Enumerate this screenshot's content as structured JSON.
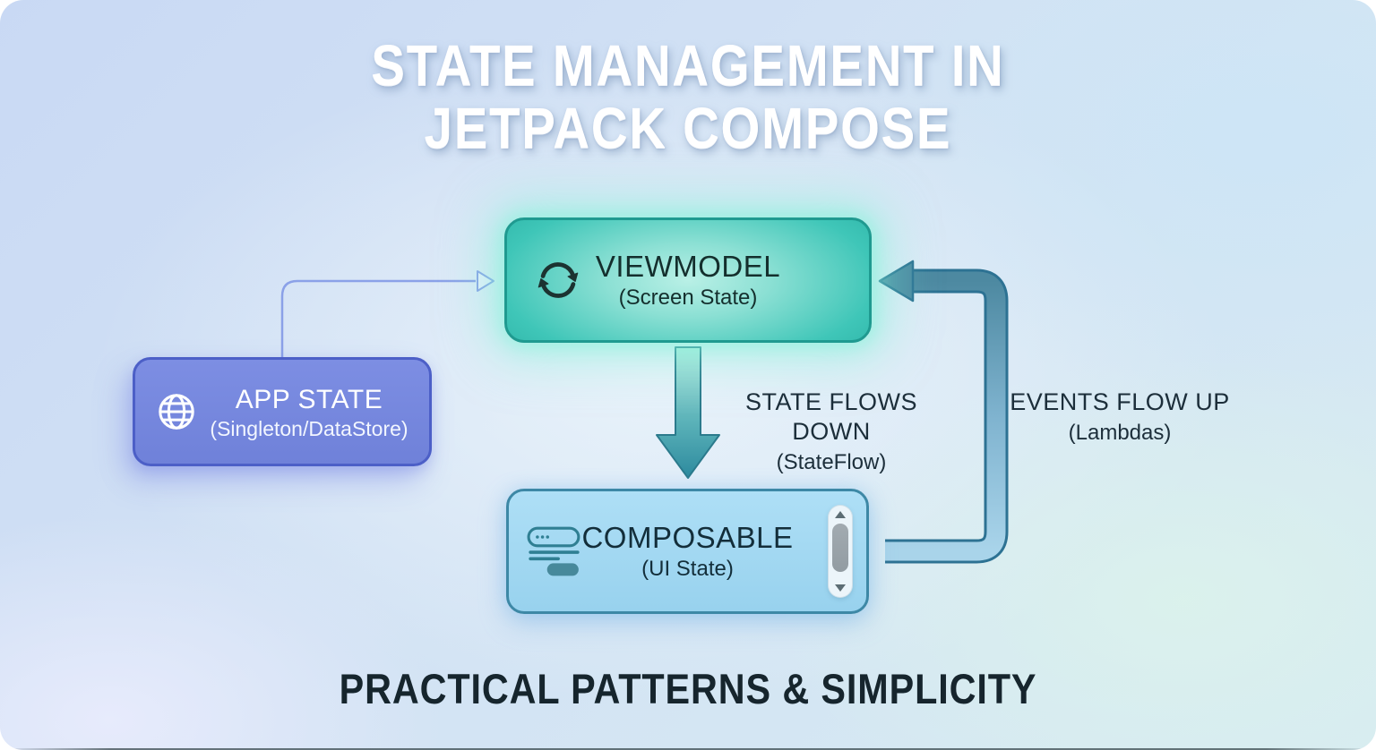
{
  "header": {
    "title_line1": "STATE MANAGEMENT IN",
    "title_line2": "JETPACK COMPOSE"
  },
  "nodes": {
    "viewmodel": {
      "title": "VIEWMODEL",
      "subtitle": "(Screen State)",
      "icon": "sync-icon"
    },
    "app_state": {
      "title": "APP STATE",
      "subtitle": "(Singleton/DataStore)",
      "icon": "globe-icon"
    },
    "composable": {
      "title": "COMPOSABLE",
      "subtitle": "(UI State)",
      "icon": "ui-mockup-icon"
    }
  },
  "edges": {
    "state_flows_down": {
      "label": "STATE FLOWS DOWN",
      "sublabel": "(StateFlow)"
    },
    "events_flow_up": {
      "label": "EVENTS FLOW UP",
      "sublabel": "(Lambdas)"
    }
  },
  "footer": {
    "caption": "PRACTICAL PATTERNS & SIMPLICITY"
  },
  "colors": {
    "viewmodel_fill": "#3fc6b8",
    "viewmodel_border": "#1f9a90",
    "viewmodel_glow": "#7df3d8",
    "app_state_fill": "#7587de",
    "app_state_border": "#4c5fc7",
    "composable_fill": "#a5daf2",
    "composable_border": "#3d88a6",
    "down_arrow_top": "#b8ebe2",
    "down_arrow_bottom": "#2d8a9e",
    "loop_arrow_top": "#4d89a1",
    "loop_arrow_bottom": "#a9d4ea",
    "connector_line": "#8ba1e8",
    "text_dark": "#1c2e3a",
    "text_light": "#ffffff"
  }
}
